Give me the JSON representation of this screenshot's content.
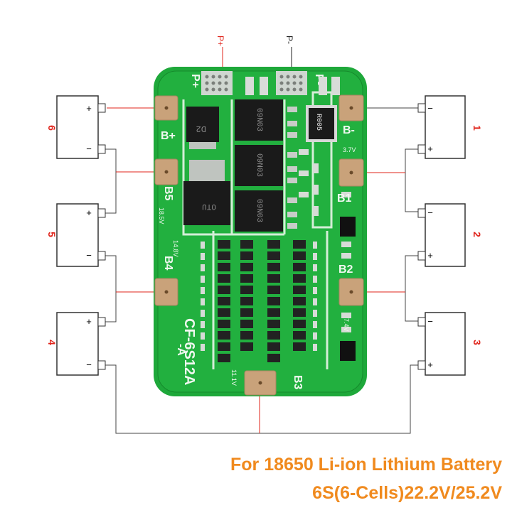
{
  "terminals": {
    "p_plus": "P+",
    "p_minus": "P-",
    "b_plus": "B+",
    "b_minus": "B-",
    "b1": "B1",
    "b2": "B2",
    "b3": "B3",
    "b4": "B4",
    "b5": "B5"
  },
  "board": {
    "model": "CF-6S12A",
    "model_suffix": "-A",
    "voltage_37": "3.7V",
    "voltage_74": "7.4V",
    "voltage_111": "11.1V",
    "voltage_148": "14.8V",
    "voltage_185": "18.5V",
    "mosfet_code": "09N03",
    "mosfet_code2": "OTU",
    "chip_code": "D2",
    "resistor_code": "R005"
  },
  "cells": [
    {
      "number": "1",
      "plus": "+",
      "minus": "−"
    },
    {
      "number": "2",
      "plus": "+",
      "minus": "−"
    },
    {
      "number": "3",
      "plus": "+",
      "minus": "−"
    },
    {
      "number": "4",
      "plus": "+",
      "minus": "−"
    },
    {
      "number": "5",
      "plus": "+",
      "minus": "−"
    },
    {
      "number": "6",
      "plus": "+",
      "minus": "−"
    }
  ],
  "caption": {
    "line1": "For 18650 Li-ion Lithium Battery",
    "line2": "6S(6-Cells)22.2V/25.2V"
  },
  "colors": {
    "pcb": "#1ea83a",
    "pcb_dark": "#158a2c",
    "pad": "#c9a27a",
    "accent_red": "#e0241b",
    "caption": "#f08a1e"
  }
}
